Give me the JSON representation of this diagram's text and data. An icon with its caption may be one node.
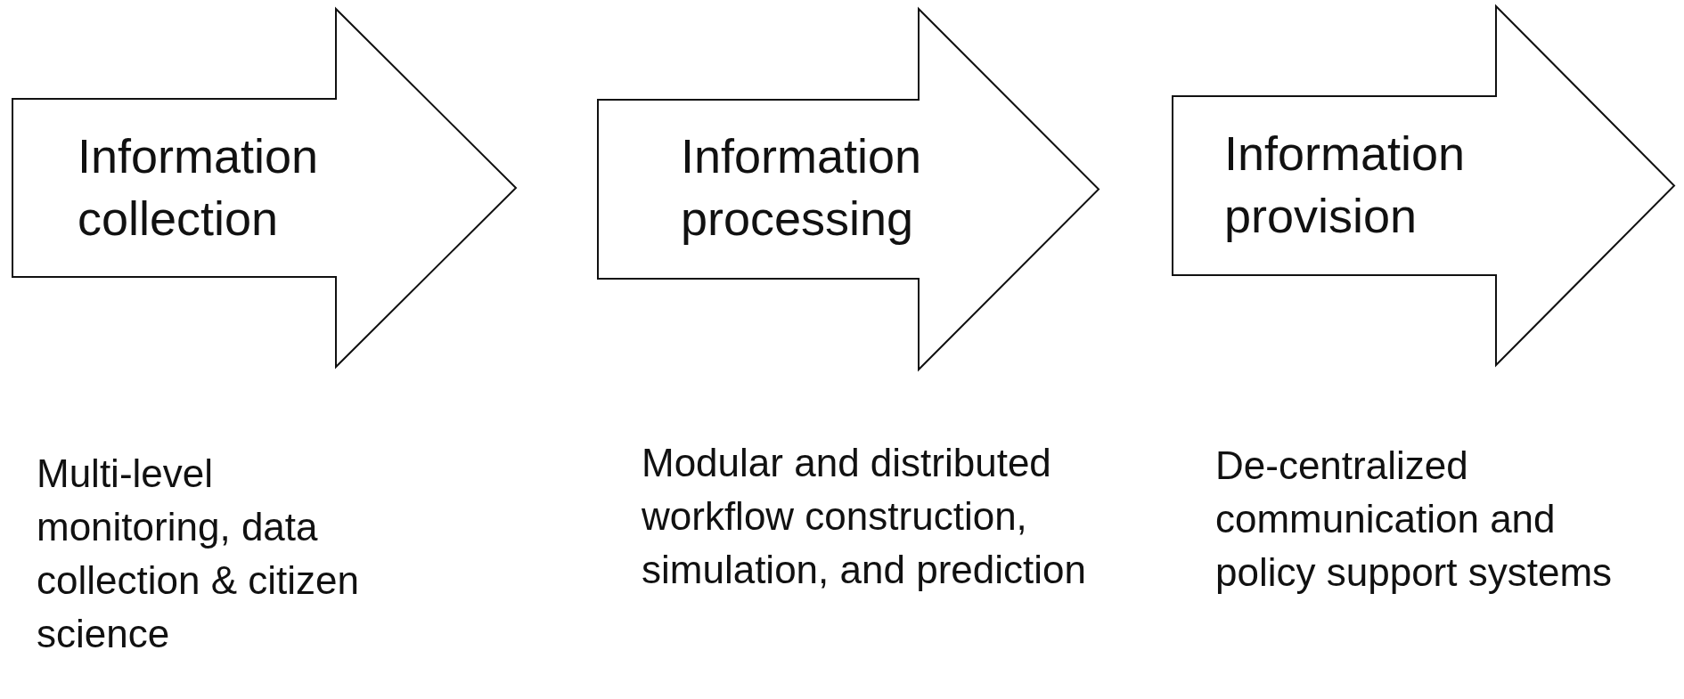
{
  "diagram": {
    "nodes": [
      {
        "text": [
          "Information collection"
        ],
        "beside": [
          "Multi-level monitoring, data collection & citizen science"
        ]
      },
      {
        "text": [
          "Information processing"
        ],
        "beside": [
          "Modular and distributed workflow construction, simulation, and prediction"
        ]
      },
      {
        "text": [
          "Information provision"
        ],
        "beside": [
          "De-centralized communication and policy support systems"
        ]
      }
    ],
    "edges": []
  }
}
